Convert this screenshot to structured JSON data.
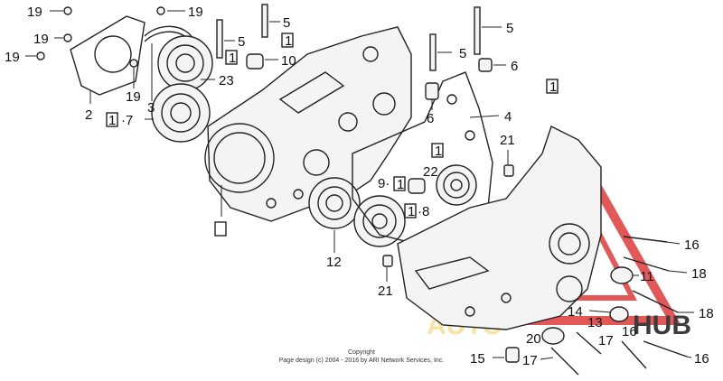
{
  "watermark": {
    "text_left": "AUTO",
    "text_right": "HUB",
    "color_red": "#d62a2a",
    "color_yellow": "#f2c23a"
  },
  "copyright": {
    "line1": "Copyright",
    "line2": "Page design (c) 2004 - 2016 by ARI Network Services, Inc."
  },
  "callouts": {
    "c19a": "19",
    "c19b": "19",
    "c19c": "19",
    "c19d": "19",
    "c19e": "19",
    "c2": "2",
    "c3": "3",
    "c17a": "1",
    "c7": "·7",
    "c23": "23",
    "c5a": "5",
    "c5b": "5",
    "c5c": "5",
    "c5d": "5",
    "c1a": "1",
    "c1b": "1",
    "c10": "10",
    "c6a": "6",
    "c6b": "6",
    "c4": "4",
    "c1c": "1",
    "c21a": "21",
    "c22": "22",
    "c9": "9·",
    "c1d": "1",
    "c1e": "1",
    "c8": "·8",
    "c1f": "1",
    "c12": "12",
    "c21b": "21",
    "c16a": "16",
    "c18a": "18",
    "c11": "11",
    "c14": "14",
    "c13": "13",
    "c18b": "18",
    "c20": "20",
    "c17b": "17",
    "c16b": "16",
    "c16c": "16",
    "c15": "15",
    "c17c": "17"
  }
}
